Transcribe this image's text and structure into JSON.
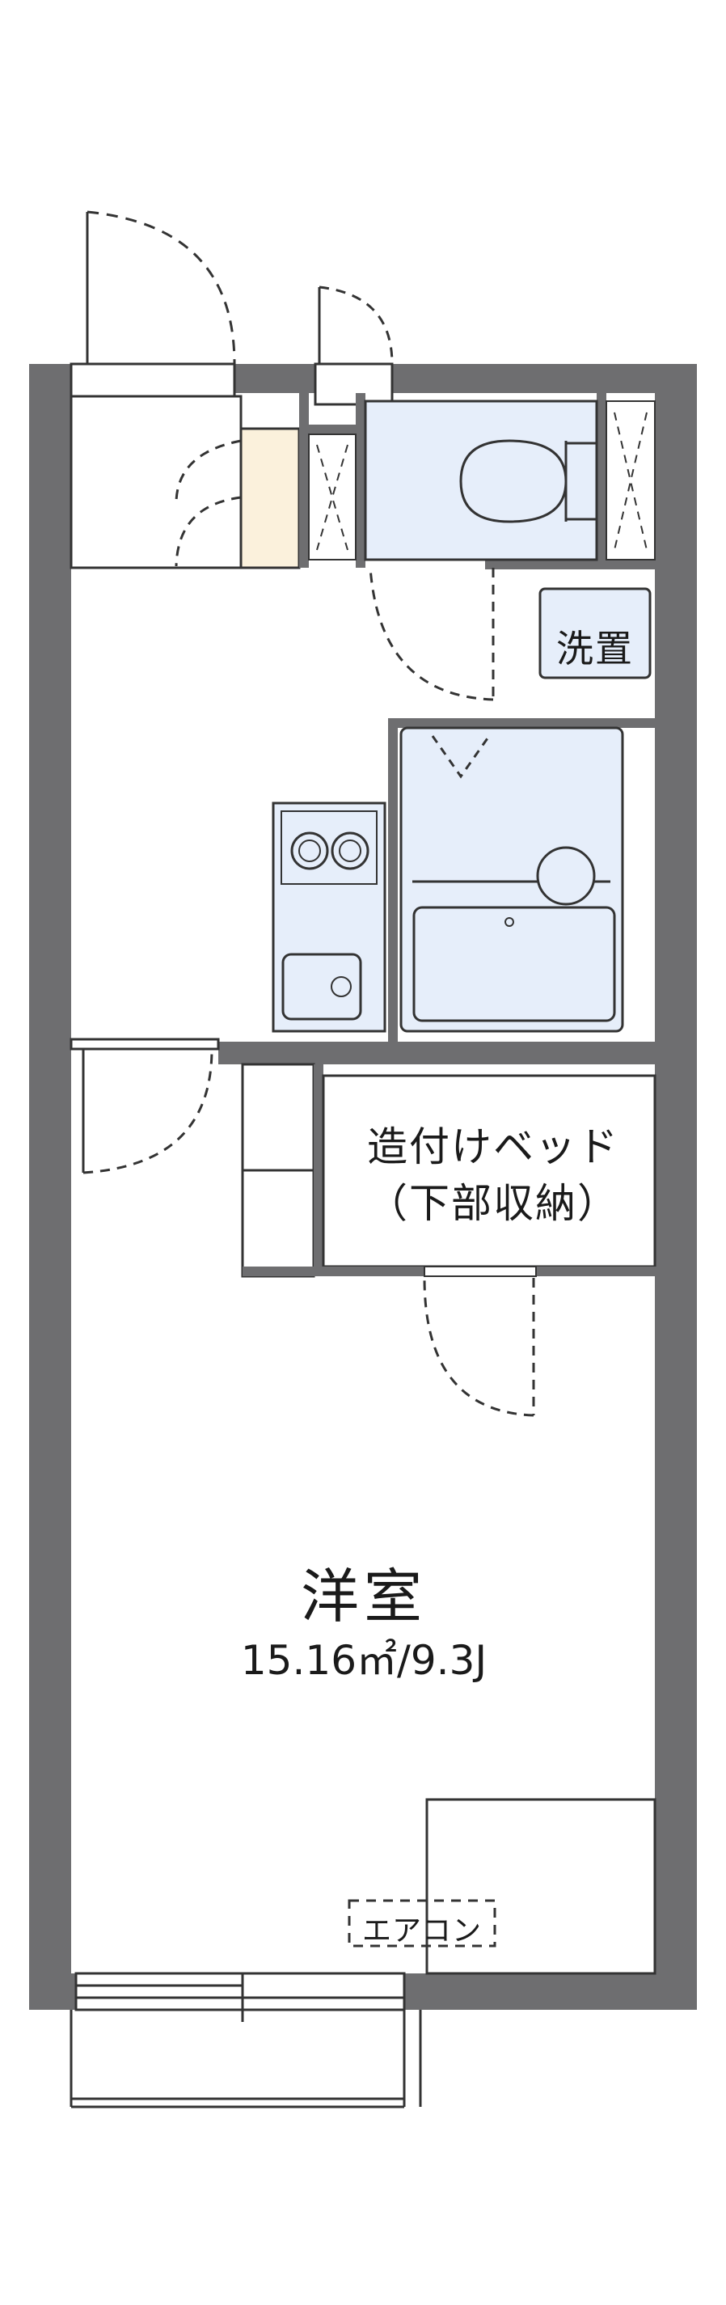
{
  "rooms": {
    "washroom_label": "洗置",
    "bed_label_line1": "造付けベッド",
    "bed_label_line2": "（下部収納）",
    "western_room_label": "洋室",
    "western_room_area": "15.16㎡/9.3J",
    "aircon_label": "エアコン"
  },
  "colors": {
    "wall": "#6e6e70",
    "wet_area_fill": "#e6eefa",
    "entry_floor_fill": "#fbf1dc",
    "line": "#333333"
  }
}
